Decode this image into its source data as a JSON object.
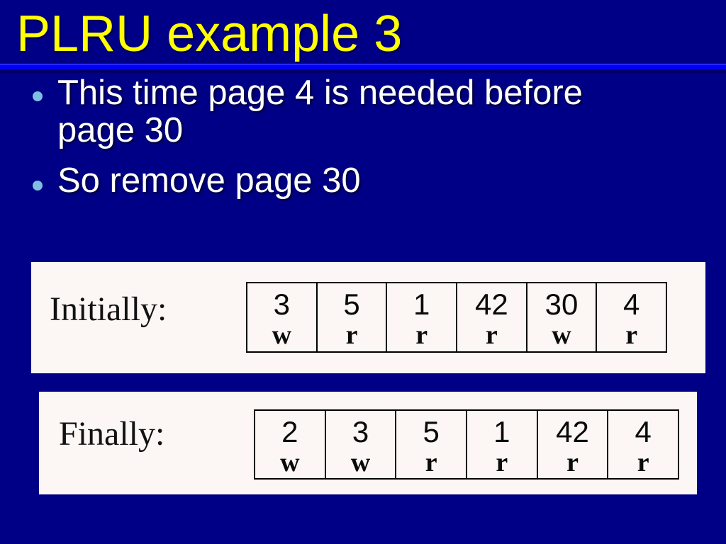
{
  "slide": {
    "title": "PLRU example 3",
    "bullets": {
      "item1_line1": "This time page 4 is needed before",
      "item1_line2": "page 30",
      "item2_line1": "So remove page 30"
    },
    "panels": {
      "initially": {
        "label": "Initially:",
        "cells": [
          {
            "num": "3",
            "op": "w"
          },
          {
            "num": "5",
            "op": "r"
          },
          {
            "num": "1",
            "op": "r"
          },
          {
            "num": "42",
            "op": "r"
          },
          {
            "num": "30",
            "op": "w"
          },
          {
            "num": "4",
            "op": "r"
          }
        ]
      },
      "finally": {
        "label": "Finally:",
        "cells": [
          {
            "num": "2",
            "op": "w"
          },
          {
            "num": "3",
            "op": "w"
          },
          {
            "num": "5",
            "op": "r"
          },
          {
            "num": "1",
            "op": "r"
          },
          {
            "num": "42",
            "op": "r"
          },
          {
            "num": "4",
            "op": "r"
          }
        ]
      }
    },
    "colors": {
      "background": "#000087",
      "divider": "#0101F6",
      "title_text": "#FFFF00",
      "bullet_dot": "#7FBEE1",
      "body_text": "#FFFFFF",
      "panel_background": "#FCF7F4",
      "table_border": "#000000"
    }
  }
}
